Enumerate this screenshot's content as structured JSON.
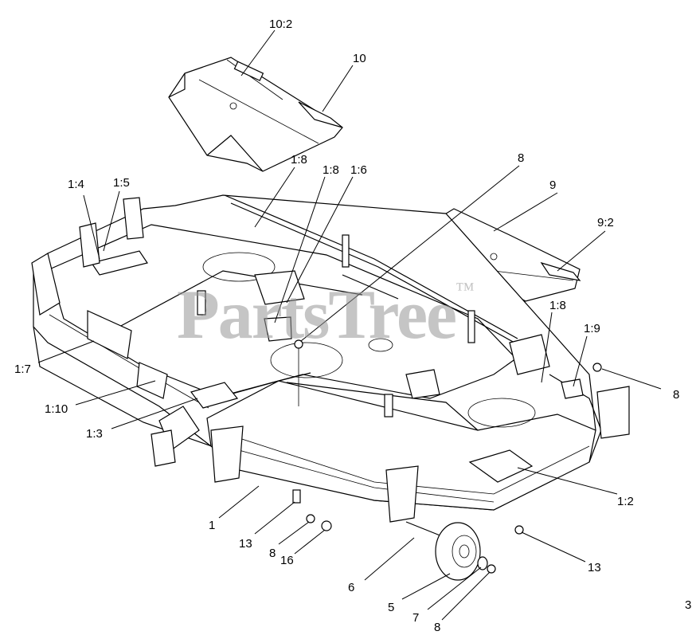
{
  "watermark": {
    "text": "PartsTree",
    "mark": "™"
  },
  "callouts": [
    {
      "id": "c-10-2",
      "text": "10:2"
    },
    {
      "id": "c-10",
      "text": "10"
    },
    {
      "id": "c-8-top",
      "text": "8"
    },
    {
      "id": "c-9",
      "text": "9"
    },
    {
      "id": "c-9-2",
      "text": "9:2"
    },
    {
      "id": "c-1-4",
      "text": "1:4"
    },
    {
      "id": "c-1-5",
      "text": "1:5"
    },
    {
      "id": "c-1-8-a",
      "text": "1:8"
    },
    {
      "id": "c-1-8-b",
      "text": "1:8"
    },
    {
      "id": "c-1-6",
      "text": "1:6"
    },
    {
      "id": "c-1-8-c",
      "text": "1:8"
    },
    {
      "id": "c-1-9",
      "text": "1:9"
    },
    {
      "id": "c-8-right",
      "text": "8"
    },
    {
      "id": "c-1-7",
      "text": "1:7"
    },
    {
      "id": "c-1-10",
      "text": "1:10"
    },
    {
      "id": "c-1-3",
      "text": "1:3"
    },
    {
      "id": "c-1-2",
      "text": "1:2"
    },
    {
      "id": "c-1",
      "text": "1"
    },
    {
      "id": "c-13-left",
      "text": "13"
    },
    {
      "id": "c-8-bottom",
      "text": "8"
    },
    {
      "id": "c-16",
      "text": "16"
    },
    {
      "id": "c-6",
      "text": "6"
    },
    {
      "id": "c-13-right",
      "text": "13"
    },
    {
      "id": "c-5",
      "text": "5"
    },
    {
      "id": "c-7",
      "text": "7"
    },
    {
      "id": "c-8-wheel",
      "text": "8"
    },
    {
      "id": "c-edge",
      "text": "3"
    }
  ]
}
